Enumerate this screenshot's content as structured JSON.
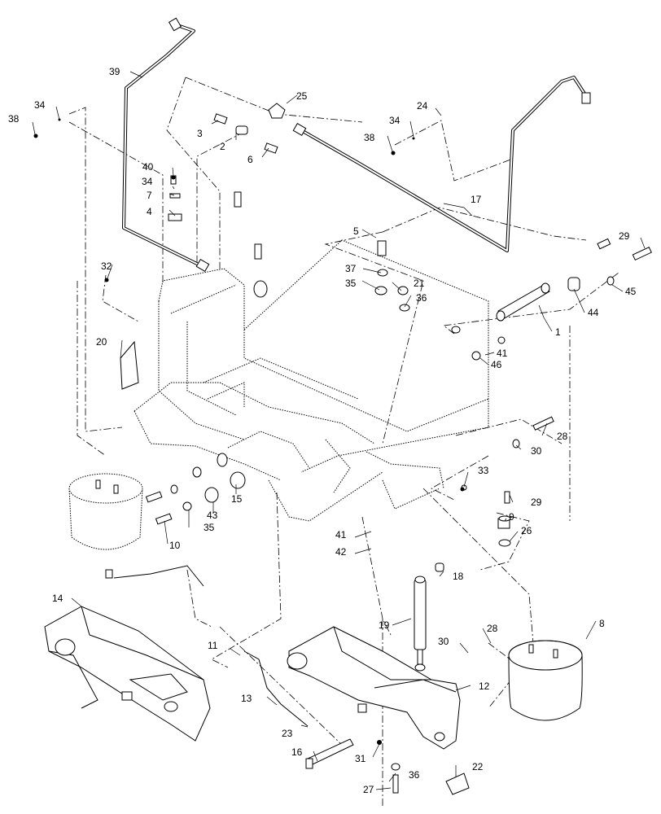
{
  "callouts": [
    "1",
    "2",
    "3",
    "4",
    "5",
    "6",
    "7",
    "8",
    "9",
    "10",
    "11",
    "12",
    "13",
    "14",
    "15",
    "16",
    "17",
    "18",
    "19",
    "20",
    "21",
    "22",
    "23",
    "24",
    "25",
    "26",
    "27",
    "28",
    "28",
    "29",
    "29",
    "30",
    "30",
    "31",
    "32",
    "33",
    "34",
    "34",
    "34",
    "35",
    "35",
    "36",
    "36",
    "37",
    "38",
    "38",
    "39",
    "40",
    "41",
    "41",
    "42",
    "43",
    "44",
    "45",
    "46"
  ]
}
